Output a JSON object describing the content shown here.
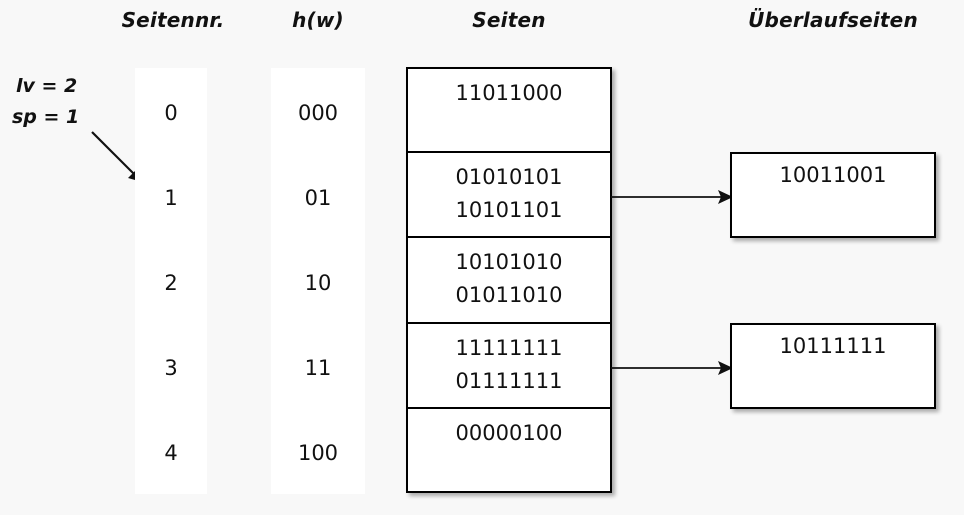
{
  "diagram": {
    "title_headers": {
      "seitennr": "Seitennr.",
      "hw": "h(w)",
      "seiten": "Seiten",
      "ueberlaufseiten": "Überlaufseiten"
    },
    "parameters": {
      "lv": "lv = 2",
      "sp": "sp = 1",
      "pointer_icon": "diagonal-arrow-icon"
    },
    "page_numbers": [
      "0",
      "1",
      "2",
      "3",
      "4"
    ],
    "hash_values": [
      "000",
      "01",
      "10",
      "11",
      "100"
    ],
    "pages": [
      {
        "entries": [
          "11011000"
        ]
      },
      {
        "entries": [
          "01010101",
          "10101101"
        ]
      },
      {
        "entries": [
          "10101010",
          "01011010"
        ]
      },
      {
        "entries": [
          "11111111",
          "01111111"
        ]
      },
      {
        "entries": [
          "00000100"
        ]
      }
    ],
    "overflow_pages": [
      {
        "entries": [
          "10011001"
        ],
        "from_page_index": 1
      },
      {
        "entries": [
          "10111111"
        ],
        "from_page_index": 3
      }
    ],
    "colors": {
      "background": "#f8f8f8",
      "surface": "#ffffff",
      "stroke": "#000000",
      "text": "#111111"
    }
  }
}
